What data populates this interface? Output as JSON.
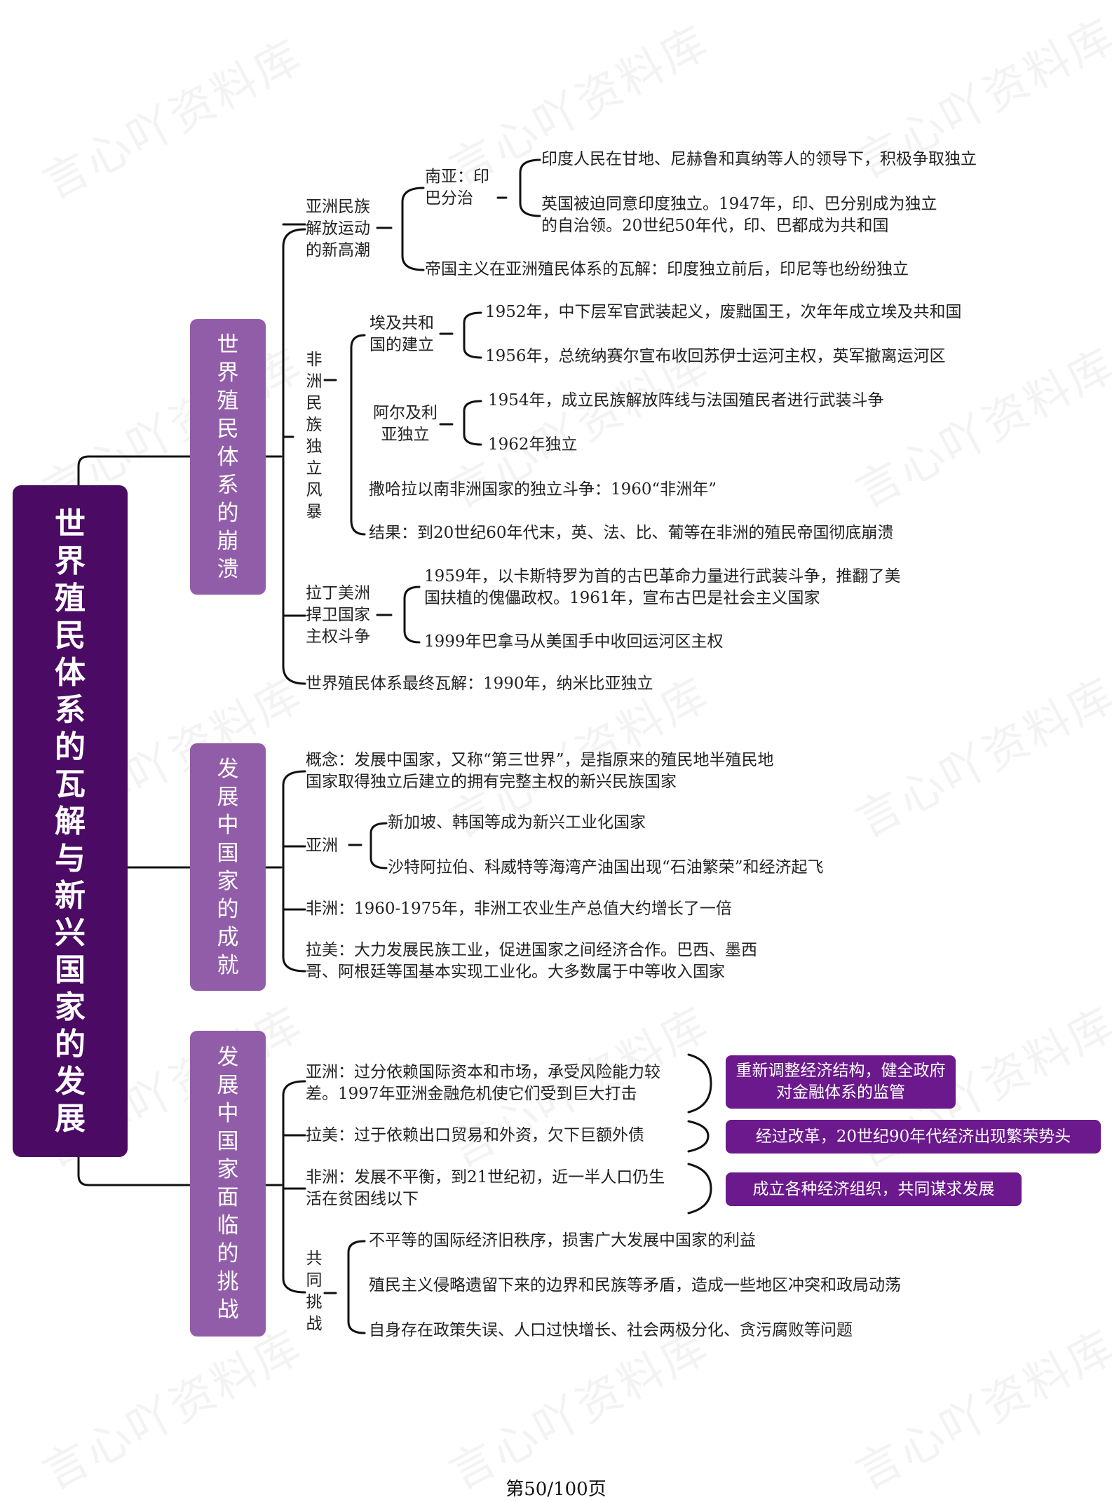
{
  "watermark": "言心吖资料库",
  "root": {
    "title": "世界殖民体系的瓦解与新兴国家的发展"
  },
  "branches": [
    {
      "title": "世界殖民体系的崩溃",
      "asia": {
        "label": "亚洲民族解放运动的新高潮",
        "south_asia": {
          "label": "南亚：印巴分治",
          "items": [
            "印度人民在甘地、尼赫鲁和真纳等人的领导下，积极争取独立",
            "英国被迫同意印度独立。1947年，印、巴分别成为独立的自治领。20世纪50年代，印、巴都成为共和国"
          ]
        },
        "other": "帝国主义在亚洲殖民体系的瓦解：印度独立前后，印尼等也纷纷独立"
      },
      "africa": {
        "label": "非洲民族独立风暴",
        "egypt": {
          "label": "埃及共和国的建立",
          "items": [
            "1952年，中下层军官武装起义，废黜国王，次年年成立埃及共和国",
            "1956年，总统纳赛尔宣布收回苏伊士运河主权，英军撤离运河区"
          ]
        },
        "algeria": {
          "label": "阿尔及利亚独立",
          "items": [
            "1954年，成立民族解放阵线与法国殖民者进行武装斗争",
            "1962年独立"
          ]
        },
        "sahara": "撒哈拉以南非洲国家的独立斗争：1960“非洲年”",
        "result": "结果：到20世纪60年代末，英、法、比、葡等在非洲的殖民帝国彻底崩溃"
      },
      "latin": {
        "label": "拉丁美洲捍卫国家主权斗争",
        "items": [
          "1959年，以卡斯特罗为首的古巴革命力量进行武装斗争，推翻了美国扶植的傀儡政权。1961年，宣布古巴是社会主义国家",
          "1999年巴拿马从美国手中收回运河区主权"
        ]
      },
      "final": "世界殖民体系最终瓦解：1990年，纳米比亚独立"
    },
    {
      "title": "发展中国家的成就",
      "concept": "概念：发展中国家，又称“第三世界”，是指原来的殖民地半殖民地国家取得独立后建立的拥有完整主权的新兴民族国家",
      "asia": {
        "label": "亚洲",
        "items": [
          "新加坡、韩国等成为新兴工业化国家",
          "沙特阿拉伯、科威特等海湾产油国出现“石油繁荣”和经济起飞"
        ]
      },
      "africa": "非洲：1960-1975年，非洲工农业生产总值大约增长了一倍",
      "latin": "拉美：大力发展民族工业，促进国家之间经济合作。巴西、墨西哥、阿根廷等国基本实现工业化。大多数属于中等收入国家"
    },
    {
      "title": "发展中国家面临的挑战",
      "asia": "亚洲：过分依赖国际资本和市场，承受风险能力较差。1997年亚洲金融危机使它们受到巨大打击",
      "latin": "拉美：过于依赖出口贸易和外资，欠下巨额外债",
      "africa": "非洲：发展不平衡，到21世纪初，近一半人口仍生活在贫困线以下",
      "solutions": [
        "重新调整经济结构，健全政府对金融体系的监管",
        "经过改革，20世纪90年代经济出现繁荣势头",
        "成立各种经济组织，共同谋求发展"
      ],
      "common": {
        "label": "共同挑战",
        "items": [
          "不平等的国际经济旧秩序，损害广大发展中国家的利益",
          "殖民主义侵略遗留下来的边界和民族等矛盾，造成一些地区冲突和政局动荡",
          "自身存在政策失误、人口过快增长、社会两极分化、贪污腐败等问题"
        ]
      }
    }
  ],
  "footer": "第50/100页",
  "colors": {
    "root": "#4b0a63",
    "branch": "#925da8",
    "solution": "#6b198c"
  }
}
